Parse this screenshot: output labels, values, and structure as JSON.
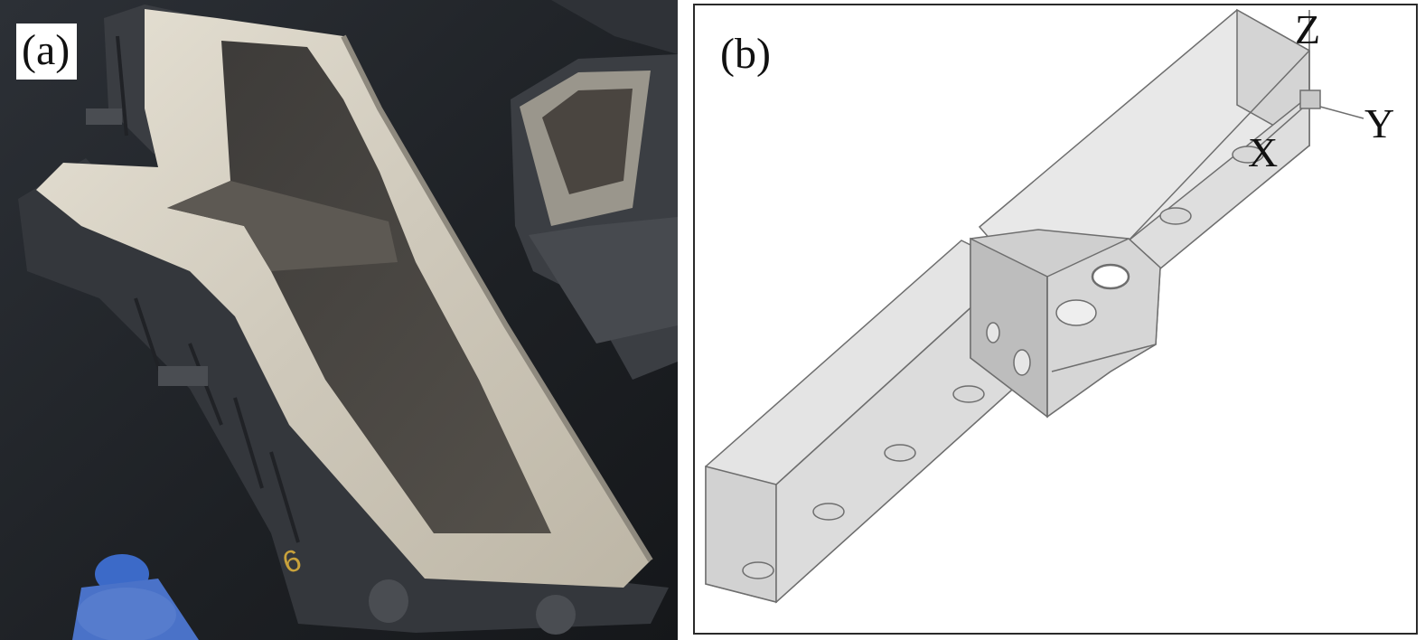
{
  "figure": {
    "panel_a": {
      "label": "(a)"
    },
    "panel_b": {
      "label": "(b)",
      "axes": {
        "z": "Z",
        "y": "Y",
        "x": "X"
      }
    }
  },
  "colors": {
    "photo_background": "#1f2226",
    "mold_metal": "#3a3d42",
    "sand_surface": "#d9d4c8",
    "model_edge": "#6e6e6e",
    "model_fill": "#d8d8d8",
    "frame_border": "#2a2a2a",
    "worker_suit": "#3b66c4"
  }
}
